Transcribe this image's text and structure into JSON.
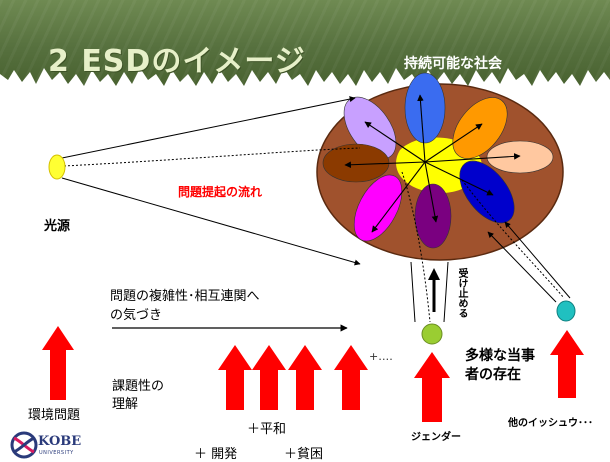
{
  "slide": {
    "title": "2 ESDのイメージ",
    "subtitle": "持続可能な社会"
  },
  "labels": {
    "light_source": "光源",
    "problem_flow": "問題提起の流れ",
    "awareness_line1": "問題の複雑性･相互連関へ",
    "awareness_line2": "の気づき",
    "understanding_line1": "課題性の",
    "understanding_line2": "理解",
    "environment": "環境問題",
    "peace": "＋平和",
    "development": "＋ 開発",
    "poverty": "＋貧困",
    "more": "+‥‥",
    "diverse_line1": "多様な当事",
    "diverse_line2": "者の存在",
    "receive": "受け止める",
    "gender": "ジェンダー",
    "other_issues": "他のイッシュウ･･･"
  },
  "logo": {
    "name": "KOBE",
    "sub": "UNIVERSITY"
  },
  "colors": {
    "header": "#5d7743",
    "arrow_red": "#ff0000",
    "flow_label": "#ff0000",
    "disc": "#a0522d",
    "center": "#ffff00",
    "light_dot": "#ffff33",
    "gender_dot": "#9acd32",
    "other_dot": "#20c0c0",
    "petals": [
      "#3a6cf0",
      "#ff9900",
      "#ffc8a0",
      "#0000cc",
      "#7a0080",
      "#ff00ff",
      "#8b3a00",
      "#c8a0ff"
    ]
  }
}
